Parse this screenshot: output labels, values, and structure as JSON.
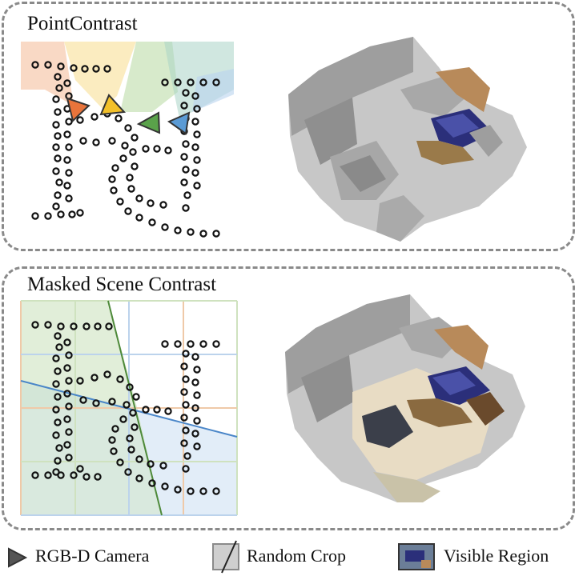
{
  "panels": [
    {
      "title": "PointContrast"
    },
    {
      "title": "Masked Scene Contrast"
    }
  ],
  "cameras": [
    {
      "name": "orange",
      "color": "#e8743b"
    },
    {
      "name": "yellow",
      "color": "#f2c02a"
    },
    {
      "name": "green",
      "color": "#5aa24a"
    },
    {
      "name": "blue",
      "color": "#5b9bd5"
    }
  ],
  "legend": {
    "camera": "RGB-D Camera",
    "crop": "Random Crop",
    "visible": "Visible Region"
  },
  "colors": {
    "border": "#8a8a8a",
    "crop_line_green": "#4e8a3a",
    "crop_line_blue": "#4a86c8",
    "room_bed": "#2b2f7a",
    "room_gray": "#b9b9b9"
  }
}
